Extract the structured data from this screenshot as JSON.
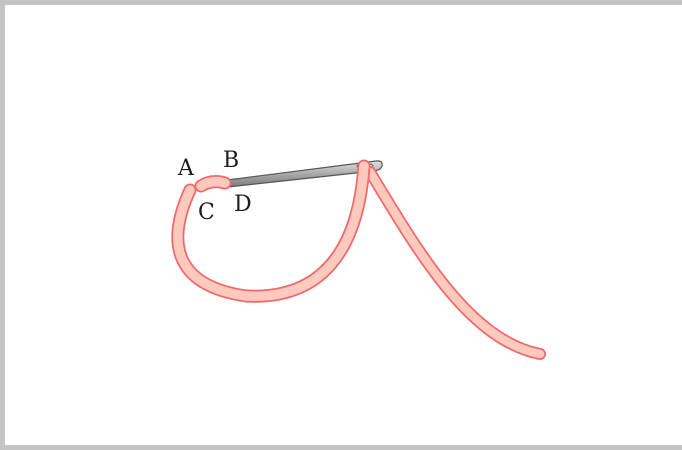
{
  "labels": {
    "a": "A",
    "b": "B",
    "c": "C",
    "d": "D"
  },
  "colors": {
    "frame": "#c4c4c4",
    "thread_fill": "#ffc9bd",
    "thread_outline": "#ee6a6a",
    "needle_fill": "#b5b5b5",
    "needle_outline": "#555555",
    "label_text": "#1c1c1c"
  }
}
